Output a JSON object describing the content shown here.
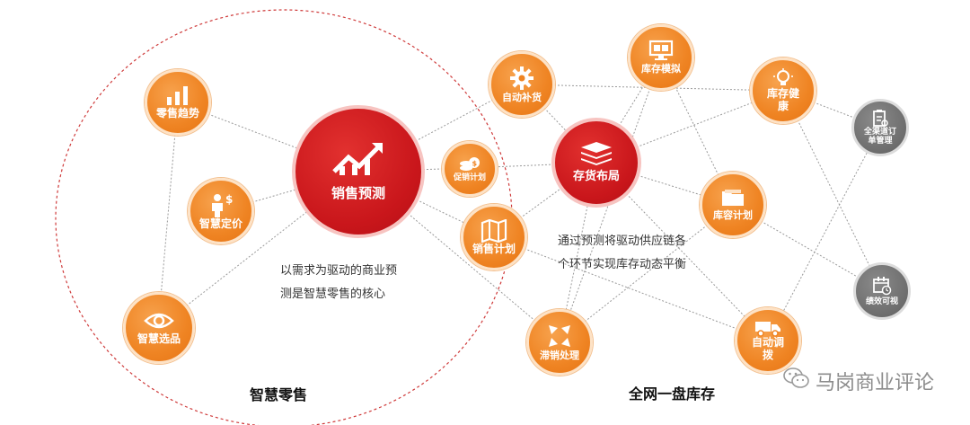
{
  "nodes": {
    "sales_trend": "零售趋势",
    "smart_pricing": "智慧定价",
    "smart_selection": "智慧选品",
    "sales_forecast": "销售预测",
    "auto_replenish": "自动补货",
    "promo_plan": "促销计划",
    "sales_plan": "销售计划",
    "clearance": "滞销处理",
    "inventory_layout": "存货布局",
    "inventory_sim": "库存模拟",
    "inventory_health_1": "库存健",
    "inventory_health_2": "康",
    "capacity_plan": "库容计划",
    "auto_transfer_1": "自动调",
    "auto_transfer_2": "拨",
    "omni_order_1": "全渠道订",
    "omni_order_2": "单管理",
    "perf_visual": "绩效可视"
  },
  "captions": {
    "left_line1": "以需求为驱动的商业预",
    "left_line2": "测是智慧零售的核心",
    "right_line1": "通过预测将驱动供应链各",
    "right_line2": "个环节实现库存动态平衡"
  },
  "sections": {
    "left": "智慧零售",
    "right": "全网一盘库存"
  },
  "watermark": "马岗商业评论",
  "colors": {
    "orange": "#ef8423",
    "red": "#c9161b",
    "gray": "#6d6d6d",
    "edge": "#9a9a9a"
  },
  "icons": {
    "sales_trend": "bar-chart-icon",
    "smart_pricing": "person-dollar-icon",
    "smart_selection": "eye-icon",
    "sales_forecast": "trend-up-icon",
    "auto_replenish": "gear-icon",
    "promo_plan": "coins-icon",
    "sales_plan": "map-icon",
    "clearance": "arrows-in-icon",
    "inventory_layout": "stack-icon",
    "inventory_sim": "monitor-icon",
    "inventory_health": "lightbulb-icon",
    "capacity_plan": "folder-icon",
    "auto_transfer": "truck-icon",
    "omni_order": "clipboard-icon",
    "perf_visual": "calendar-icon"
  }
}
